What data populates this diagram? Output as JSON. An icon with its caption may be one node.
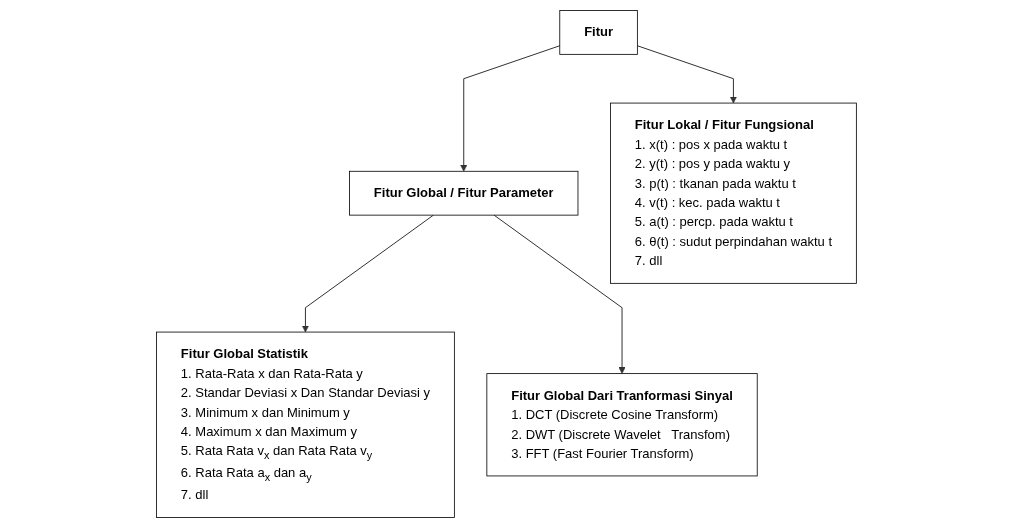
{
  "diagram": {
    "nodes": [
      {
        "text": [
          "Fitur"
        ]
      },
      {
        "text": [
          "Fitur Global / Fitur Parameter"
        ]
      },
      {
        "text": [
          "Fitur Lokal / Fitur Fungsional",
          "1. x(t) : pos x pada waktu t",
          "2. y(t) : pos y pada waktu y",
          "3. p(t) : tkanan pada waktu t",
          "4. v(t) : kec. pada waktu t",
          "5. a(t) : percp. pada waktu t",
          "6. θ(t) : sudut perpindahan waktu t",
          "7. dll"
        ]
      },
      {
        "text": [
          "Fitur Global Statistik",
          "1. Rata-Rata x dan Rata-Rata y",
          "2. Standar Deviasi x Dan Standar Deviasi y",
          "3. Minimum x dan Minimum y",
          "4. Maximum x dan Maximum y",
          "5. Rata Rata v$_{x}$ dan Rata Rata v$_{y}$",
          "6. Rata Rata a$_{x}$ dan a$_{y}$",
          "7. dll"
        ]
      },
      {
        "text": [
          "Fitur Global Dari Tranformasi Sinyal",
          "1. DCT (Discrete Cosine Transform)",
          "2. DWT (Discrete Wavelet   Transfom)",
          "3. FFT (Fast Fourier Transform)"
        ]
      }
    ],
    "edges": [
      {
        "from": 0,
        "to": 1,
        "arrow": "to"
      },
      {
        "from": 0,
        "to": 2,
        "arrow": "to"
      },
      {
        "from": 1,
        "to": 3,
        "arrow": "to"
      },
      {
        "from": 1,
        "to": 4,
        "arrow": "to"
      }
    ]
  }
}
